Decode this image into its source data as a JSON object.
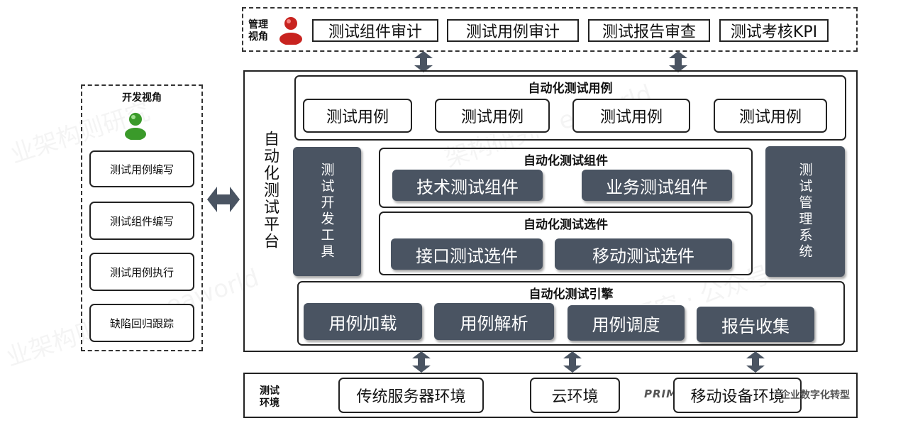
{
  "management": {
    "label_line1": "管理",
    "label_line2": "视角",
    "items": [
      "测试组件审计",
      "测试用例审计",
      "测试报告审查",
      "测试考核KPI"
    ]
  },
  "development": {
    "title": "开发视角",
    "items": [
      "测试用例编写",
      "测试组件编写",
      "测试用例执行",
      "缺陷回归跟踪"
    ]
  },
  "platform": {
    "title": "自动化测试平台",
    "test_cases": {
      "title": "自动化测试用例",
      "items": [
        "测试用例",
        "测试用例",
        "测试用例",
        "测试用例"
      ]
    },
    "dev_tools": "测试开发工具",
    "mgmt_system": "测试管理系统",
    "components": {
      "title": "自动化测试组件",
      "items": [
        "技术测试组件",
        "业务测试组件"
      ]
    },
    "options": {
      "title": "自动化测试选件",
      "items": [
        "接口测试选件",
        "移动测试选件"
      ]
    },
    "engine": {
      "title": "自动化测试引擎",
      "items": [
        "用例加载",
        "用例解析",
        "用例调度",
        "报告收集"
      ]
    }
  },
  "environment": {
    "label_line1": "测试",
    "label_line2": "环境",
    "items": [
      "传统服务器环境",
      "云环境",
      "移动设备环境"
    ]
  },
  "brand": {
    "logo": "PRIME",
    "tagline": "企业数字化转型"
  },
  "colors": {
    "dark_box": "#4a5462",
    "border": "#222222",
    "avatar_red": "#c8231f",
    "avatar_green": "#3a9a2a"
  }
}
